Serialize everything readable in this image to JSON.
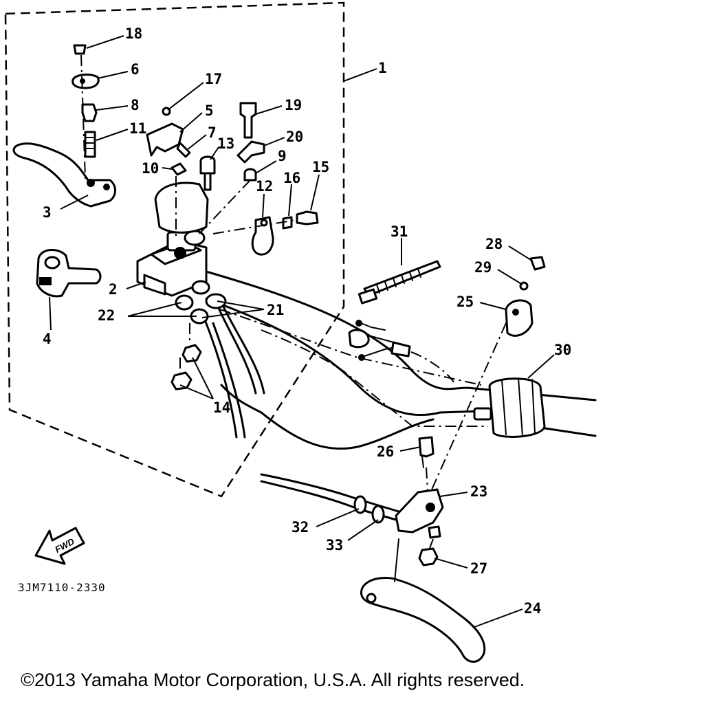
{
  "callouts": {
    "c1": "1",
    "c2": "2",
    "c3": "3",
    "c4": "4",
    "c5": "5",
    "c6": "6",
    "c7": "7",
    "c8": "8",
    "c9": "9",
    "c10": "10",
    "c11": "11",
    "c12": "12",
    "c13": "13",
    "c14": "14",
    "c15": "15",
    "c16": "16",
    "c17": "17",
    "c18": "18",
    "c19": "19",
    "c20": "20",
    "c21": "21",
    "c22": "22",
    "c23": "23",
    "c24": "24",
    "c25": "25",
    "c26": "26",
    "c27": "27",
    "c28": "28",
    "c29": "29",
    "c30": "30",
    "c31": "31",
    "c32": "32",
    "c33": "33"
  },
  "direction_label": "FWD",
  "diagram_code": "3JM7110-2330",
  "copyright": "©2013 Yamaha Motor Corporation, U.S.A. All rights reserved."
}
